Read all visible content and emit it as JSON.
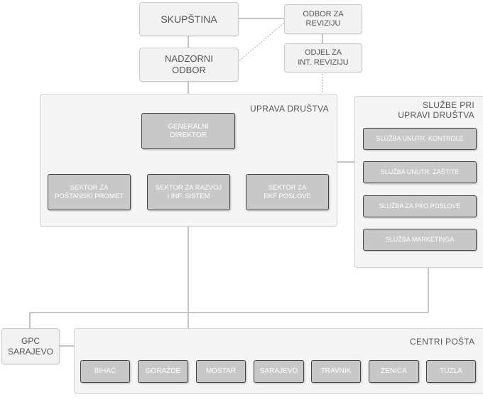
{
  "skupstina": "SKUPŠTINA",
  "odbor_za_reviziju": "ODBOR ZA\nREVIZIJU",
  "nadzorni_odbor": "NADZORNI\nODBOR",
  "odjel_za_int_reviziju": "ODJEL ZA\nINT. REVIZIJU",
  "uprava": {
    "title": "UPRAVA DRUŠTVA",
    "direktor": "GENERALNI\nDIREKTOR",
    "sektori": [
      "SEKTOR ZA\nPOŠTANSKI PROMET",
      "SEKTOR ZA RAZVOJ\nI INF. SISTEM",
      "SEKTOR ZA\nEKF POSLOVE"
    ]
  },
  "sluzbe": {
    "title": "SLUŽBE PRI\nUPRAVI DRUŠTVA",
    "items": [
      "SLUŽBA UNUTR. KONTROLE",
      "SLUŽBA UNUTR. ZAŠTITE",
      "SLUŽBA ZA PKO POSLOVE",
      "SLUŽBA MARKETINGA"
    ]
  },
  "gpc": "GPC\nSARAJEVO",
  "centri": {
    "title": "CENTRI POŠTA",
    "items": [
      "BIHAĆ",
      "GORAŽDE",
      "MOSTAR",
      "SARAJEVO",
      "TRAVNIK",
      "ZENICA",
      "TUZLA"
    ]
  }
}
